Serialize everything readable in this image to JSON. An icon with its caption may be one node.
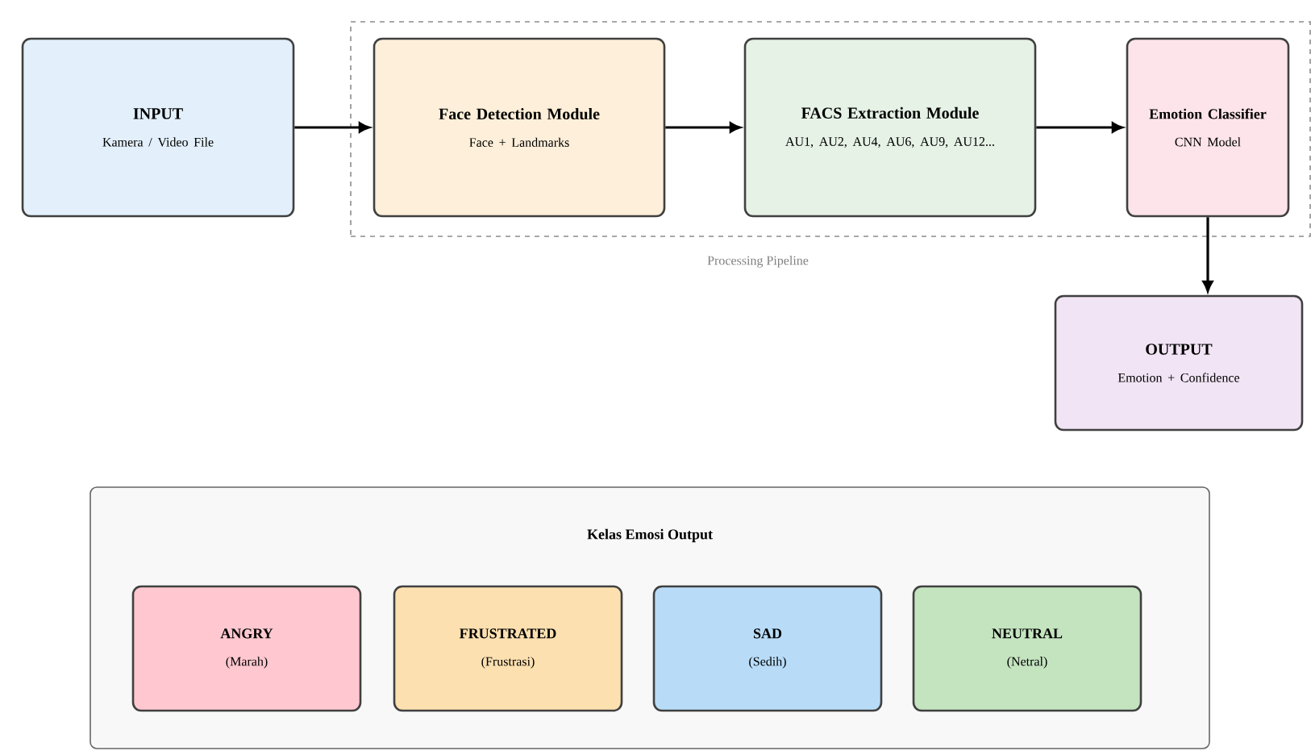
{
  "diagram": {
    "nodes": [
      {
        "text": [
          "INPUT",
          "Kamera / Video File"
        ]
      },
      {
        "text": [
          "Processing Pipeline"
        ]
      },
      {
        "text": [
          "Face Detection Module",
          "Face + Landmarks"
        ],
        "in": 1
      },
      {
        "text": [
          "FACS Extraction Module",
          "AU1, AU2, AU4, AU6, AU9, AU12..."
        ],
        "in": 1
      },
      {
        "text": [
          "Emotion Classifier",
          "CNN Model"
        ],
        "in": 1
      },
      {
        "text": [
          "OUTPUT",
          "Emotion + Confidence"
        ]
      },
      {
        "text": [
          "Kelas Emosi Output"
        ]
      },
      {
        "text": [
          "ANGRY",
          "(Marah)"
        ],
        "in": 6
      },
      {
        "text": [
          "FRUSTRATED",
          "(Frustrasi)"
        ],
        "in": 6
      },
      {
        "text": [
          "SAD",
          "(Sedih)"
        ],
        "in": 6
      },
      {
        "text": [
          "NEUTRAL",
          "(Netral)"
        ],
        "in": 6
      }
    ],
    "edges": [
      {
        "from": 0,
        "to": 2,
        "arrow": "to"
      },
      {
        "from": 2,
        "to": 3,
        "arrow": "to"
      },
      {
        "from": 3,
        "to": 4,
        "arrow": "to"
      },
      {
        "from": 4,
        "to": 5,
        "arrow": "to"
      }
    ]
  }
}
